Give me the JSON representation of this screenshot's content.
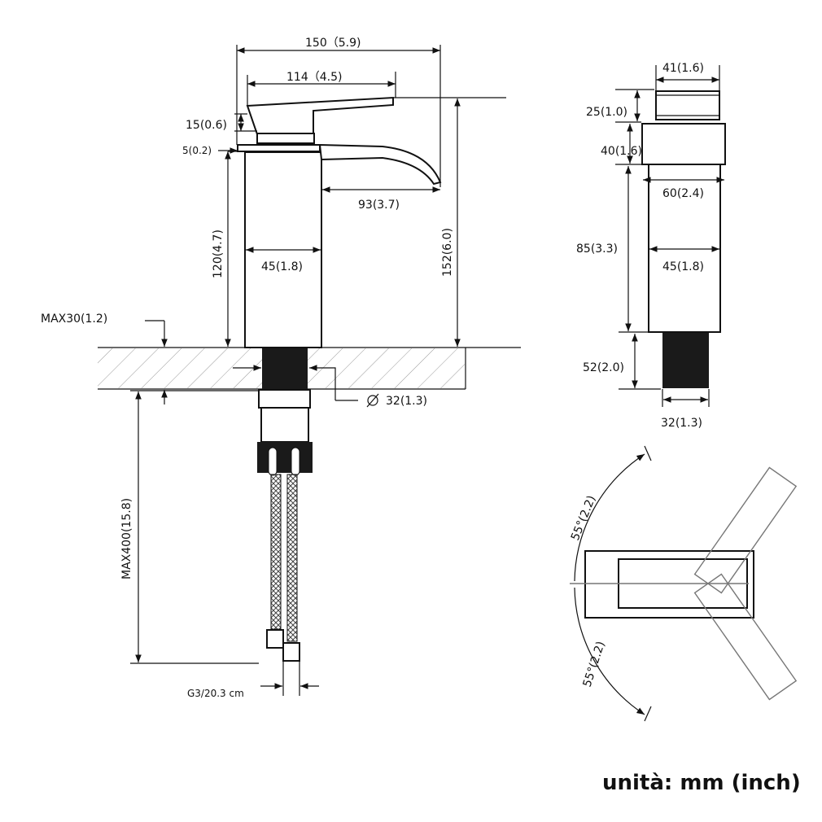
{
  "front_view": {
    "overall_length": "150（5.9)",
    "handle_length": "114（4.5)",
    "handle_height": "15(0.6)",
    "plate_thickness": "5(0.2)",
    "spout_reach": "93(3.7)",
    "body_height": "120(4.7)",
    "body_width": "45(1.8)",
    "total_height": "152(6.0)",
    "max_deck_thickness": "MAX30(1.2)",
    "hole_diameter": "32(1.3)",
    "hose_length": "MAX400(15.8)",
    "hose_thread": "G3/20.3 cm"
  },
  "side_view": {
    "handle_width": "41(1.6)",
    "handle_height": "25(1.0)",
    "head_height": "40(1.6)",
    "head_width": "60(2.4)",
    "body_height": "85(3.3)",
    "body_width": "45(1.8)",
    "shank_length": "52(2.0)",
    "shank_diameter": "32(1.3)"
  },
  "top_view": {
    "rotation_upper": "55°(2.2)",
    "rotation_lower": "55°(2.2)"
  },
  "units_label": "unità: mm (inch)"
}
